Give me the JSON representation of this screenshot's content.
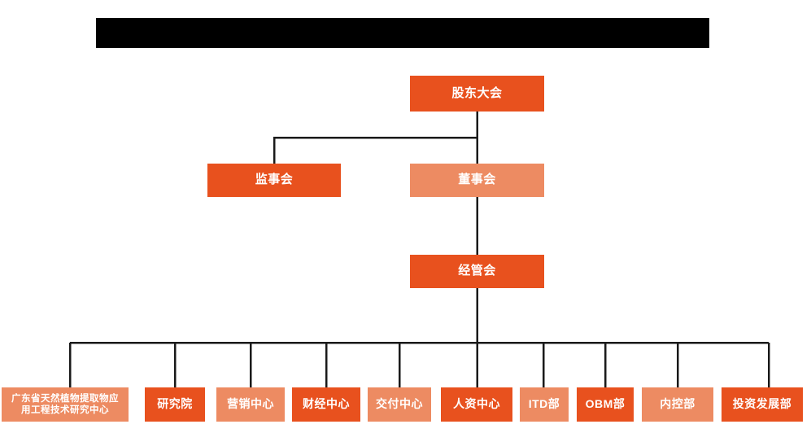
{
  "page": {
    "background_color": "#ffffff",
    "title_bar": {
      "name": "redacted-title-bar",
      "color": "#000000",
      "text": ""
    }
  },
  "palette": {
    "dark_orange": "#E8511E",
    "light_orange": "#ED8B62",
    "connector": "#1a1a1a",
    "text": "#ffffff"
  },
  "chart_data": {
    "type": "diagram",
    "title": "",
    "levels": [
      {
        "level": 1,
        "nodes": [
          {
            "id": "shareholders",
            "label": "股东大会",
            "color": "#E8511E",
            "shade": "dark"
          }
        ]
      },
      {
        "level": 2,
        "nodes": [
          {
            "id": "supervisors",
            "label": "监事会",
            "color": "#E8511E",
            "shade": "dark"
          },
          {
            "id": "directors",
            "label": "董事会",
            "color": "#ED8B62",
            "shade": "light"
          }
        ]
      },
      {
        "level": 3,
        "nodes": [
          {
            "id": "management",
            "label": "经管会",
            "color": "#E8511E",
            "shade": "dark"
          }
        ]
      },
      {
        "level": 4,
        "nodes": [
          {
            "id": "gd-research-center",
            "label": "广东省天然植物提取物应用工程技术研究中心",
            "line1": "广东省天然植物提取物应",
            "line2": "用工程技术研究中心",
            "color": "#ED8B62",
            "shade": "light"
          },
          {
            "id": "research-institute",
            "label": "研究院",
            "color": "#E8511E",
            "shade": "dark"
          },
          {
            "id": "marketing-center",
            "label": "营销中心",
            "color": "#ED8B62",
            "shade": "light"
          },
          {
            "id": "finance-center",
            "label": "财经中心",
            "color": "#E8511E",
            "shade": "dark"
          },
          {
            "id": "delivery-center",
            "label": "交付中心",
            "color": "#ED8B62",
            "shade": "light"
          },
          {
            "id": "hr-center",
            "label": "人资中心",
            "color": "#E8511E",
            "shade": "dark"
          },
          {
            "id": "itd-dept",
            "label": "ITD部",
            "color": "#ED8B62",
            "shade": "light"
          },
          {
            "id": "obm-dept",
            "label": "OBM部",
            "color": "#E8511E",
            "shade": "dark"
          },
          {
            "id": "internal-control-dept",
            "label": "内控部",
            "color": "#ED8B62",
            "shade": "light"
          },
          {
            "id": "investment-development-dept",
            "label": "投资发展部",
            "color": "#E8511E",
            "shade": "dark"
          }
        ]
      }
    ],
    "edges": [
      {
        "from": "shareholders",
        "to": "supervisors"
      },
      {
        "from": "shareholders",
        "to": "directors"
      },
      {
        "from": "directors",
        "to": "management"
      },
      {
        "from": "management",
        "to": "gd-research-center"
      },
      {
        "from": "management",
        "to": "research-institute"
      },
      {
        "from": "management",
        "to": "marketing-center"
      },
      {
        "from": "management",
        "to": "finance-center"
      },
      {
        "from": "management",
        "to": "delivery-center"
      },
      {
        "from": "management",
        "to": "hr-center"
      },
      {
        "from": "management",
        "to": "itd-dept"
      },
      {
        "from": "management",
        "to": "obm-dept"
      },
      {
        "from": "management",
        "to": "internal-control-dept"
      },
      {
        "from": "management",
        "to": "investment-development-dept"
      }
    ]
  }
}
